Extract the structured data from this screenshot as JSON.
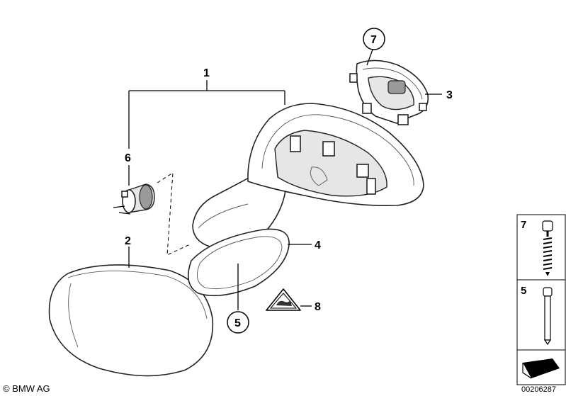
{
  "callouts": {
    "c1": "1",
    "c2": "2",
    "c3": "3",
    "c4": "4",
    "c5": "5",
    "c6": "6",
    "c7": "7",
    "c8": "8"
  },
  "side_panel": {
    "item1": "7",
    "item2": "5"
  },
  "footer": {
    "copyright": "© BMW AG",
    "document_number": "00206287"
  },
  "icons": {
    "warning": "warning-triangle-icon",
    "arrow": "arrow-icon"
  }
}
